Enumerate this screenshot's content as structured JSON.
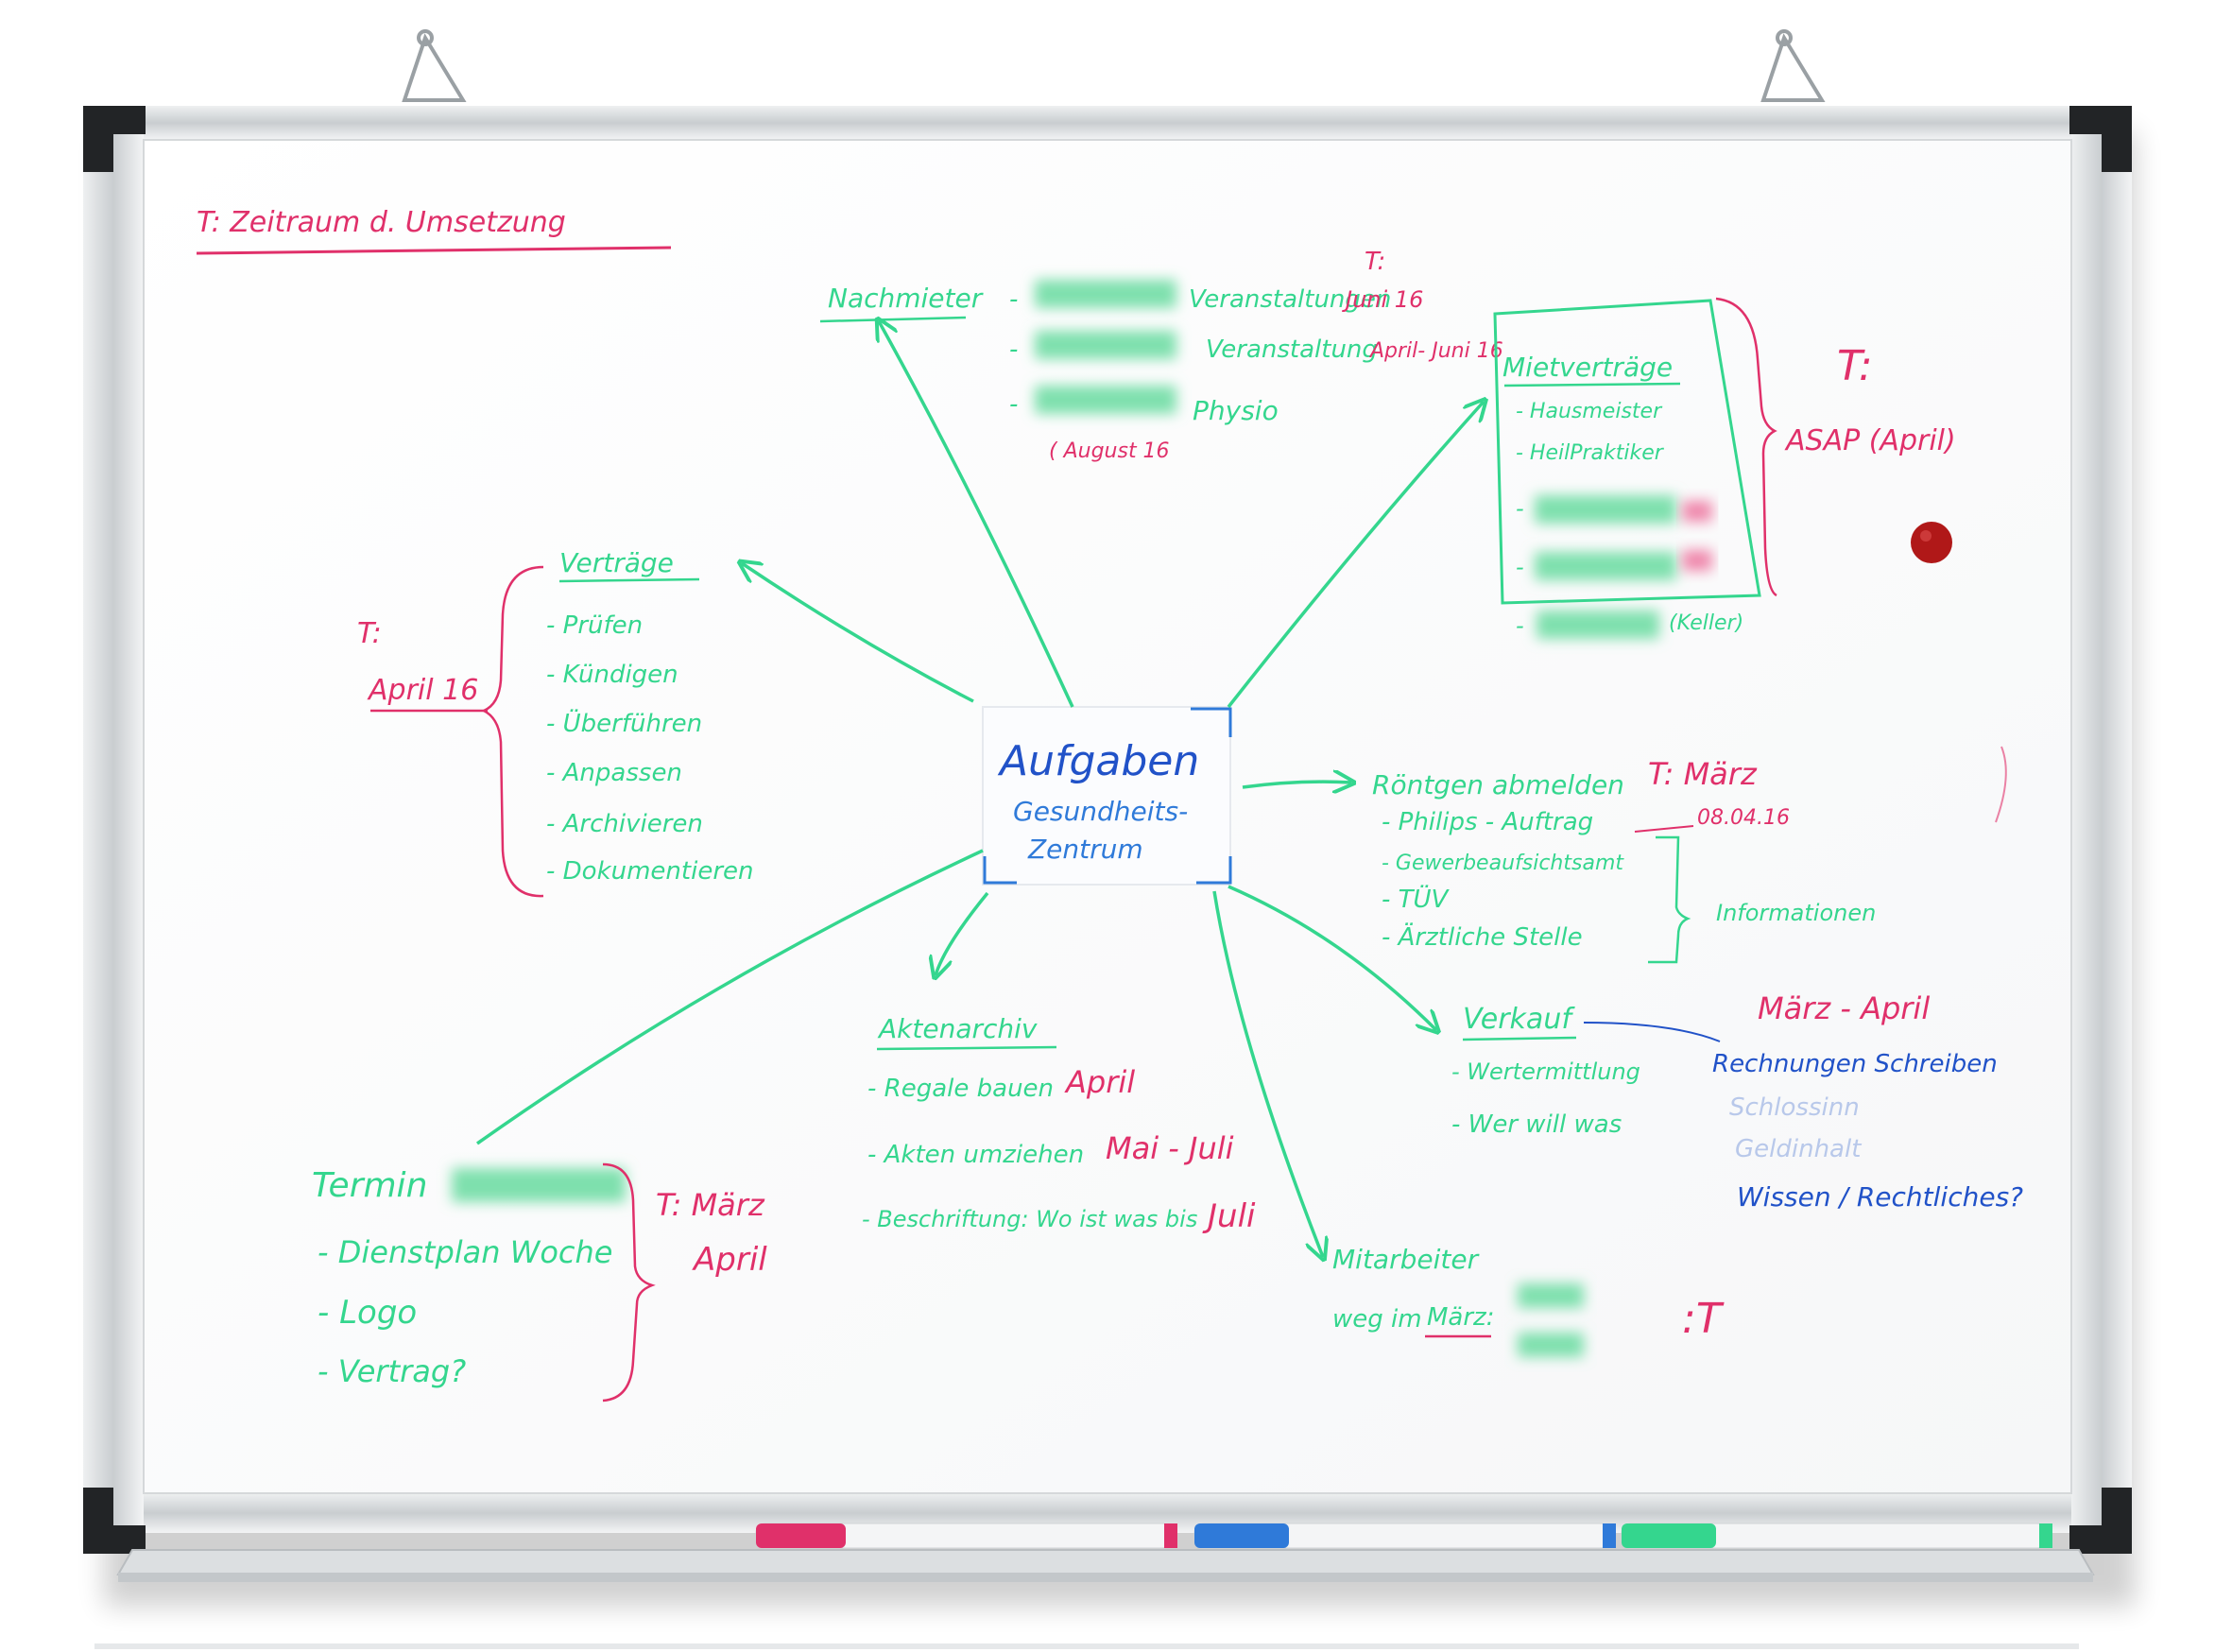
{
  "colors": {
    "pink": "#e0306a",
    "green": "#34d68e",
    "blue": "#2152c8",
    "frame": "#cfd3d5",
    "corner": "#222426",
    "board": "#ffffff",
    "magnet": "#b01818"
  },
  "title": "T: Zeitraum d. Umsetzung",
  "center": {
    "line1": "Aufgaben",
    "line2": "Gesundheits-",
    "line3": "Zentrum"
  },
  "vertraege": {
    "heading": "Verträge",
    "items": [
      "- Prüfen",
      "- Kündigen",
      "- Überführen",
      "- Anpassen",
      "- Archivieren",
      "- Dokumentieren"
    ],
    "deadline_t": "T:",
    "deadline": "April 16"
  },
  "nachmieter": {
    "heading": "Nachmieter",
    "items": [
      {
        "role": "Veranstaltungen",
        "date": "Juni 16"
      },
      {
        "role": "Veranstaltung",
        "date": "April- Juni 16"
      },
      {
        "role": "Physio",
        "date": ""
      }
    ],
    "note": "( August 16",
    "t_label": "T:"
  },
  "mietvertraege": {
    "heading": "Mietverträge",
    "items": [
      "- Hausmeister",
      "- HeilPraktiker",
      "",
      ""
    ],
    "extra": "(Keller)",
    "deadline_t": "T:",
    "deadline": "ASAP (April)"
  },
  "roentgen": {
    "heading": "Röntgen abmelden",
    "deadline": "T: März",
    "items": [
      "- Philips - Auftrag",
      "- Gewerbeaufsichtsamt",
      "- TÜV",
      "- Ärztliche Stelle"
    ],
    "date": "08.04.16",
    "info": "Informationen"
  },
  "verkauf": {
    "heading": "Verkauf",
    "items": [
      "- Wertermittlung",
      "- Wer will was"
    ],
    "deadline": "März - April",
    "notes": [
      "Rechnungen Schreiben",
      "Schlossinn",
      "Geldinhalt",
      "Wissen / Rechtliches?"
    ]
  },
  "altenarchiv": {
    "heading": "Aktenarchiv",
    "items": [
      {
        "text": "- Regale bauen",
        "date": "April"
      },
      {
        "text": "- Akten umziehen",
        "date": "Mai - Juli"
      },
      {
        "text": "- Beschriftung: Wo ist was bis",
        "date": "Juli"
      }
    ]
  },
  "termin": {
    "heading": "Termin",
    "items": [
      "- Dienstplan Woche",
      "- Logo",
      "- Vertrag?"
    ],
    "deadline": "T: März",
    "deadline2": "April"
  },
  "mitarbeiter": {
    "heading": "Mitarbeiter",
    "line": "weg im",
    "month": "März:",
    "t_label": ":T"
  }
}
